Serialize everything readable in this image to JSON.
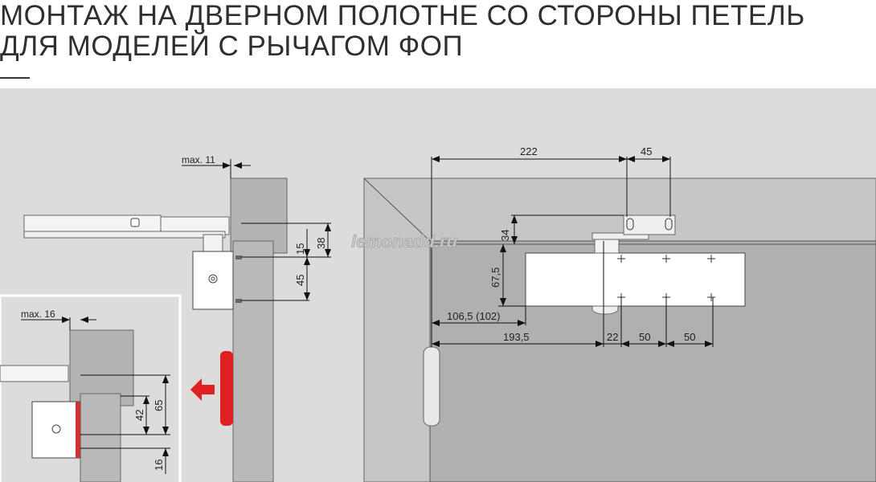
{
  "title": {
    "line1": "МОНТАЖ НА ДВЕРНОМ ПОЛОТНЕ СО СТОРОНЫ ПЕТЕЛЬ",
    "line2": "ДЛЯ МОДЕЛЕЙ С РЫЧАГОМ ФОП"
  },
  "watermark": "lemonadd.ru",
  "left_view": {
    "max_gap": "max. 11",
    "dim_38": "38",
    "dim_15": "15",
    "dim_45": "45"
  },
  "inset_view": {
    "max_gap": "max. 16",
    "dim_65": "65",
    "dim_42": "42",
    "dim_16": "16"
  },
  "front_view": {
    "dim_222": "222",
    "dim_45": "45",
    "dim_34": "34",
    "dim_67_5": "67,5",
    "dim_106_5": "106,5  (102)",
    "dim_193_5": "193,5",
    "dim_22": "22",
    "dim_50a": "50",
    "dim_50b": "50"
  },
  "colors": {
    "background": "#dcdcdc",
    "frame": "#c6c6c8",
    "door": "#afb0b2",
    "accent_red": "#e02020"
  }
}
